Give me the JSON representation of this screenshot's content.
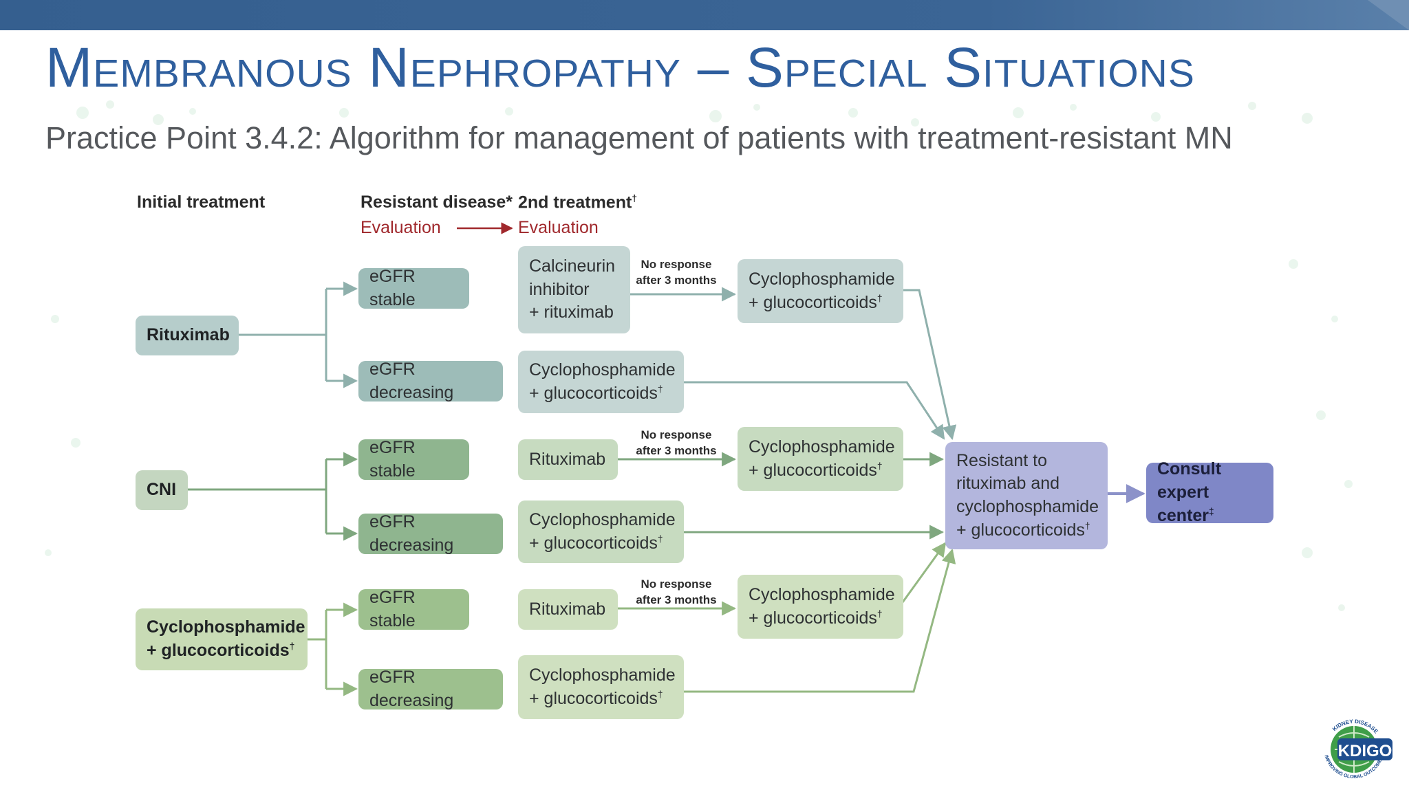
{
  "slide": {
    "title": "Membranous Nephropathy – Special Situations",
    "subtitle": "Practice Point 3.4.2: Algorithm for management of patients with treatment-resistant MN"
  },
  "diagram": {
    "headers": {
      "initial": "Initial treatment",
      "resistant": "Resistant disease*",
      "second": "2nd treatment",
      "second_mark": "†",
      "evaluation_left": "Evaluation",
      "evaluation_right": "Evaluation"
    },
    "initial": {
      "rituximab": "Rituximab",
      "cni": "CNI",
      "cyclo_line1": "Cyclophosphamide",
      "cyclo_line2": "+ glucocorticoids",
      "dagger": "†"
    },
    "egfr": {
      "stable": "eGFR stable",
      "decreasing": "eGFR decreasing"
    },
    "second": {
      "calcineurin_line1": "Calcineurin",
      "calcineurin_line2": "inhibitor",
      "calcineurin_line3": "+ rituximab",
      "rituximab": "Rituximab",
      "cyclo_line1": "Cyclophosphamide",
      "cyclo_line2": "+ glucocorticoids"
    },
    "no_response": {
      "line1": "No response",
      "line2": "after 3 months"
    },
    "resistant_final": {
      "line1": "Resistant to",
      "line2": "rituximab and",
      "line3": "cyclophosphamide",
      "line4": "+ glucocorticoids"
    },
    "consult": {
      "line1": "Consult",
      "line2": "expert center",
      "mark": "‡"
    }
  },
  "logo": {
    "text": "KDIGO",
    "arc_top": "KIDNEY DISEASE",
    "arc_bottom": "IMPROVING GLOBAL OUTCOMES"
  },
  "colors": {
    "title": "#2f5f9e",
    "teal": "#9dbcb8",
    "green": "#8fb58f",
    "olive": "#9dc08e",
    "lavender": "#b3b6dd",
    "purple": "#7f87c7",
    "evaluation": "#a0282c"
  }
}
